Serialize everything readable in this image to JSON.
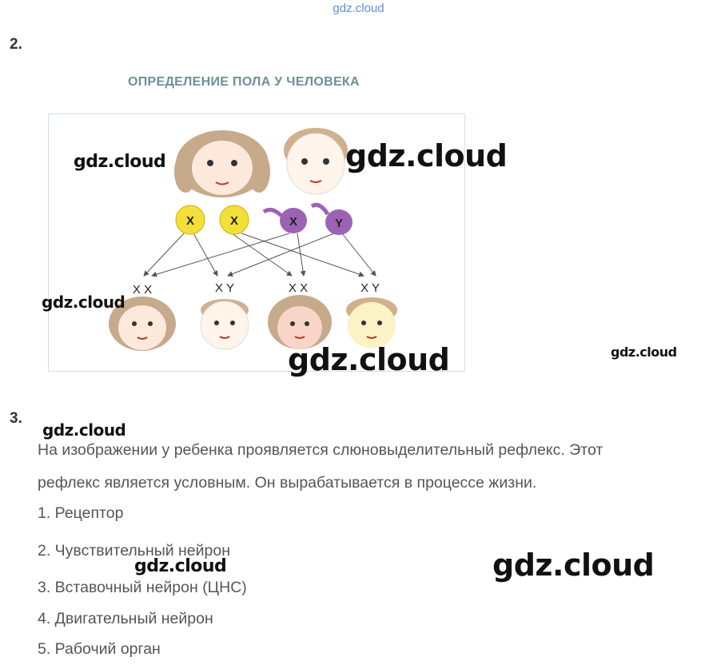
{
  "watermark_top": "gdz.cloud",
  "watermark": "gdz.cloud",
  "task2": {
    "number": "2.",
    "diagram_title": "ОПРЕДЕЛЕНИЕ ПОЛА У ЧЕЛОВЕКА",
    "gametes": [
      "X",
      "X",
      "X",
      "Y"
    ],
    "children": [
      {
        "chromosomes": "X X"
      },
      {
        "chromosomes": "X Y"
      },
      {
        "chromosomes": "X X"
      },
      {
        "chromosomes": "X Y"
      }
    ],
    "colors": {
      "egg": "#f3df3a",
      "sperm": "#9c63b4",
      "hair_mother": "#c7a98b",
      "hair_boy": "#d1b08c",
      "arrow": "#555555"
    }
  },
  "task3": {
    "number": "3.",
    "paragraph_line1": "На изображении у ребенка проявляется слюновыделительный рефлекс. Этот",
    "paragraph_line2": "рефлекс является условным. Он вырабатывается в процессе жизни.",
    "list": [
      "1. Рецептор",
      "2. Чувствительный нейрон",
      "3. Вставочный нейрон (ЦНС)",
      "4. Двигательный нейрон",
      "5. Рабочий орган"
    ]
  }
}
